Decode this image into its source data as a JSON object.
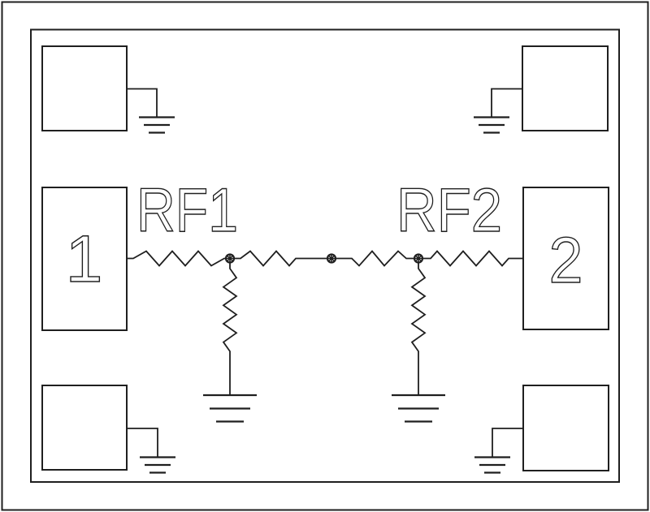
{
  "labels": {
    "rf1": "RF1",
    "rf2": "RF2",
    "port1": "1",
    "port2": "2"
  },
  "colors": {
    "background": "#ffffff",
    "line": "#1f1f1f"
  }
}
